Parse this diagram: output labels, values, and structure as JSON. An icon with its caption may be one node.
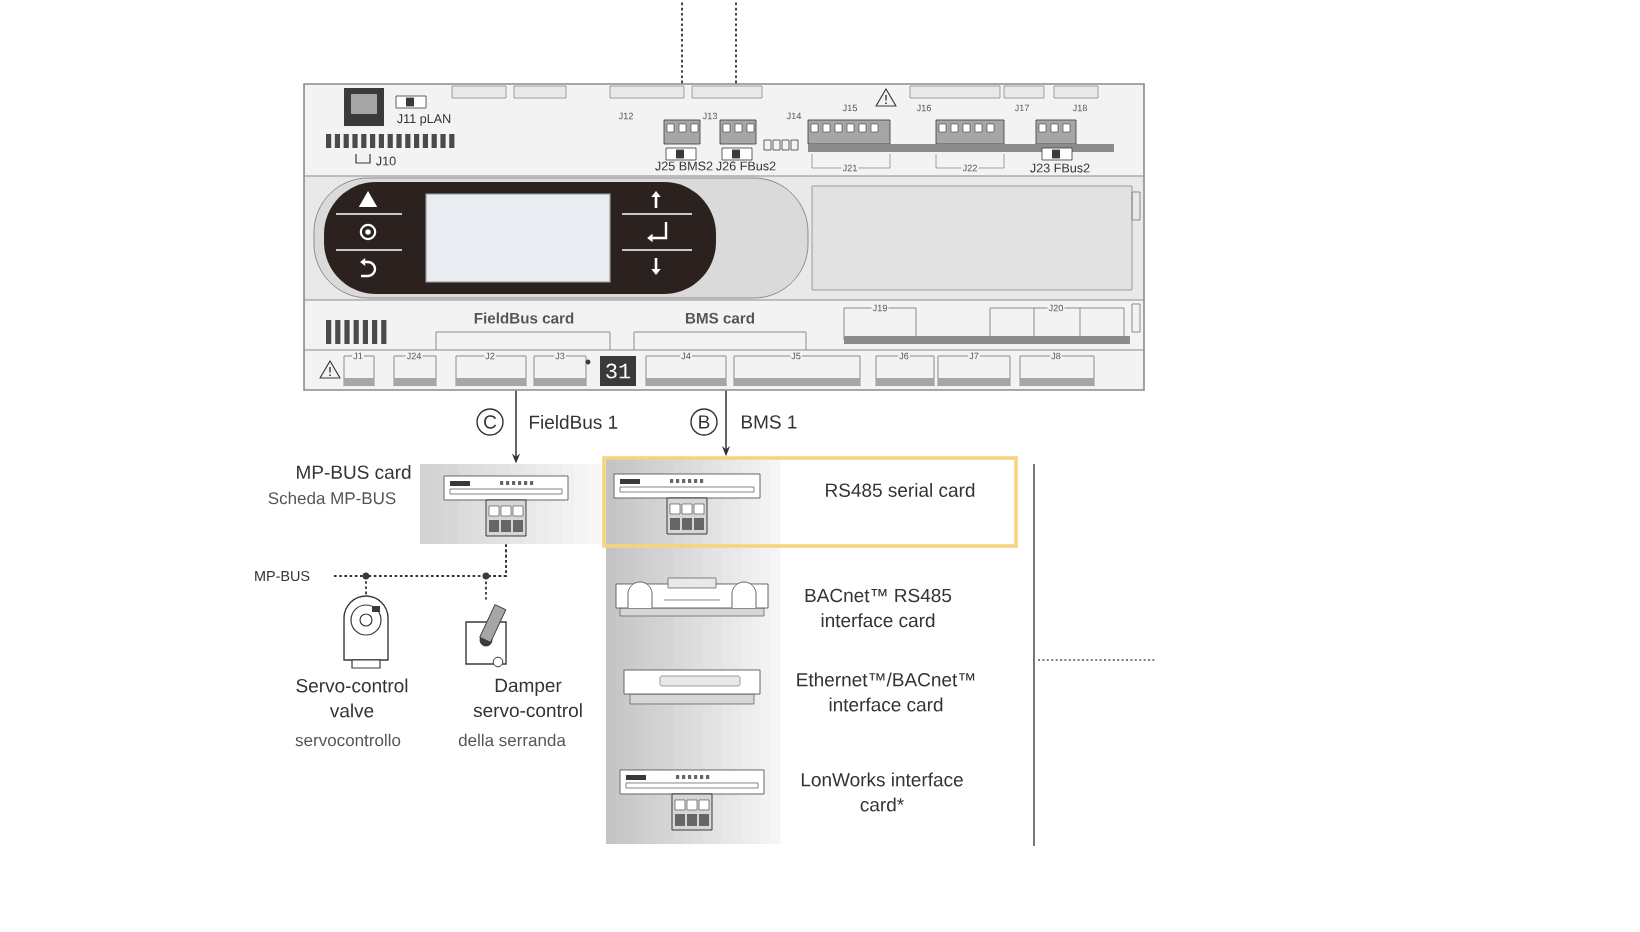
{
  "diagram": {
    "nodes": [
      {
        "text": [],
        "shape": "picture"
      },
      {
        "text": [
          "MP-BUS card"
        ]
      },
      {
        "text": [],
        "shape": "picture",
        "beside": [
          "Servo-control valve"
        ]
      },
      {
        "text": [],
        "shape": "picture",
        "beside": [
          "Damper servo-control"
        ]
      },
      {
        "text": [
          "RS485 serial card"
        ]
      },
      {
        "text": [],
        "shape": "picture",
        "beside": [
          "BACnet™ RS485 interface card"
        ]
      },
      {
        "text": [],
        "shape": "picture",
        "beside": [
          "Ethernet™/BACnet™ interface card"
        ]
      },
      {
        "text": [],
        "shape": "picture",
        "beside": [
          "LonWorks interface card*"
        ]
      }
    ],
    "edges": [
      {
        "from": 0,
        "to": 1,
        "arrow": "to",
        "label": "FieldBus 1"
      },
      {
        "from": 0,
        "to": 4,
        "arrow": "to",
        "label": "BMS 1"
      },
      {
        "from": 1,
        "to": 2,
        "arrow": "none",
        "style": "dashed"
      },
      {
        "from": 1,
        "to": 3,
        "arrow": "none",
        "style": "dashed"
      },
      {
        "from": 0,
        "to": null,
        "arrow": "none",
        "style": "dashed"
      },
      {
        "from": 0,
        "to": null,
        "arrow": "none",
        "style": "dashed"
      }
    ],
    "labels": [
      "J11 pLAN",
      "J12",
      "J13",
      "J14",
      "J15",
      "J16",
      "J17",
      "J18",
      "J10",
      "J25 BMS2",
      "J26 FBus2",
      "J21",
      "J22",
      "J23 FBus2",
      "FieldBus card",
      "BMS card",
      "J19",
      "J20",
      "J1",
      "J24",
      "J2",
      "J3",
      "31",
      "J4",
      "J5",
      "J6",
      "J7",
      "J8",
      "C",
      "B",
      "Scheda MP-BUS",
      "MP-BUS",
      "servocontrollo",
      "della serranda"
    ]
  }
}
